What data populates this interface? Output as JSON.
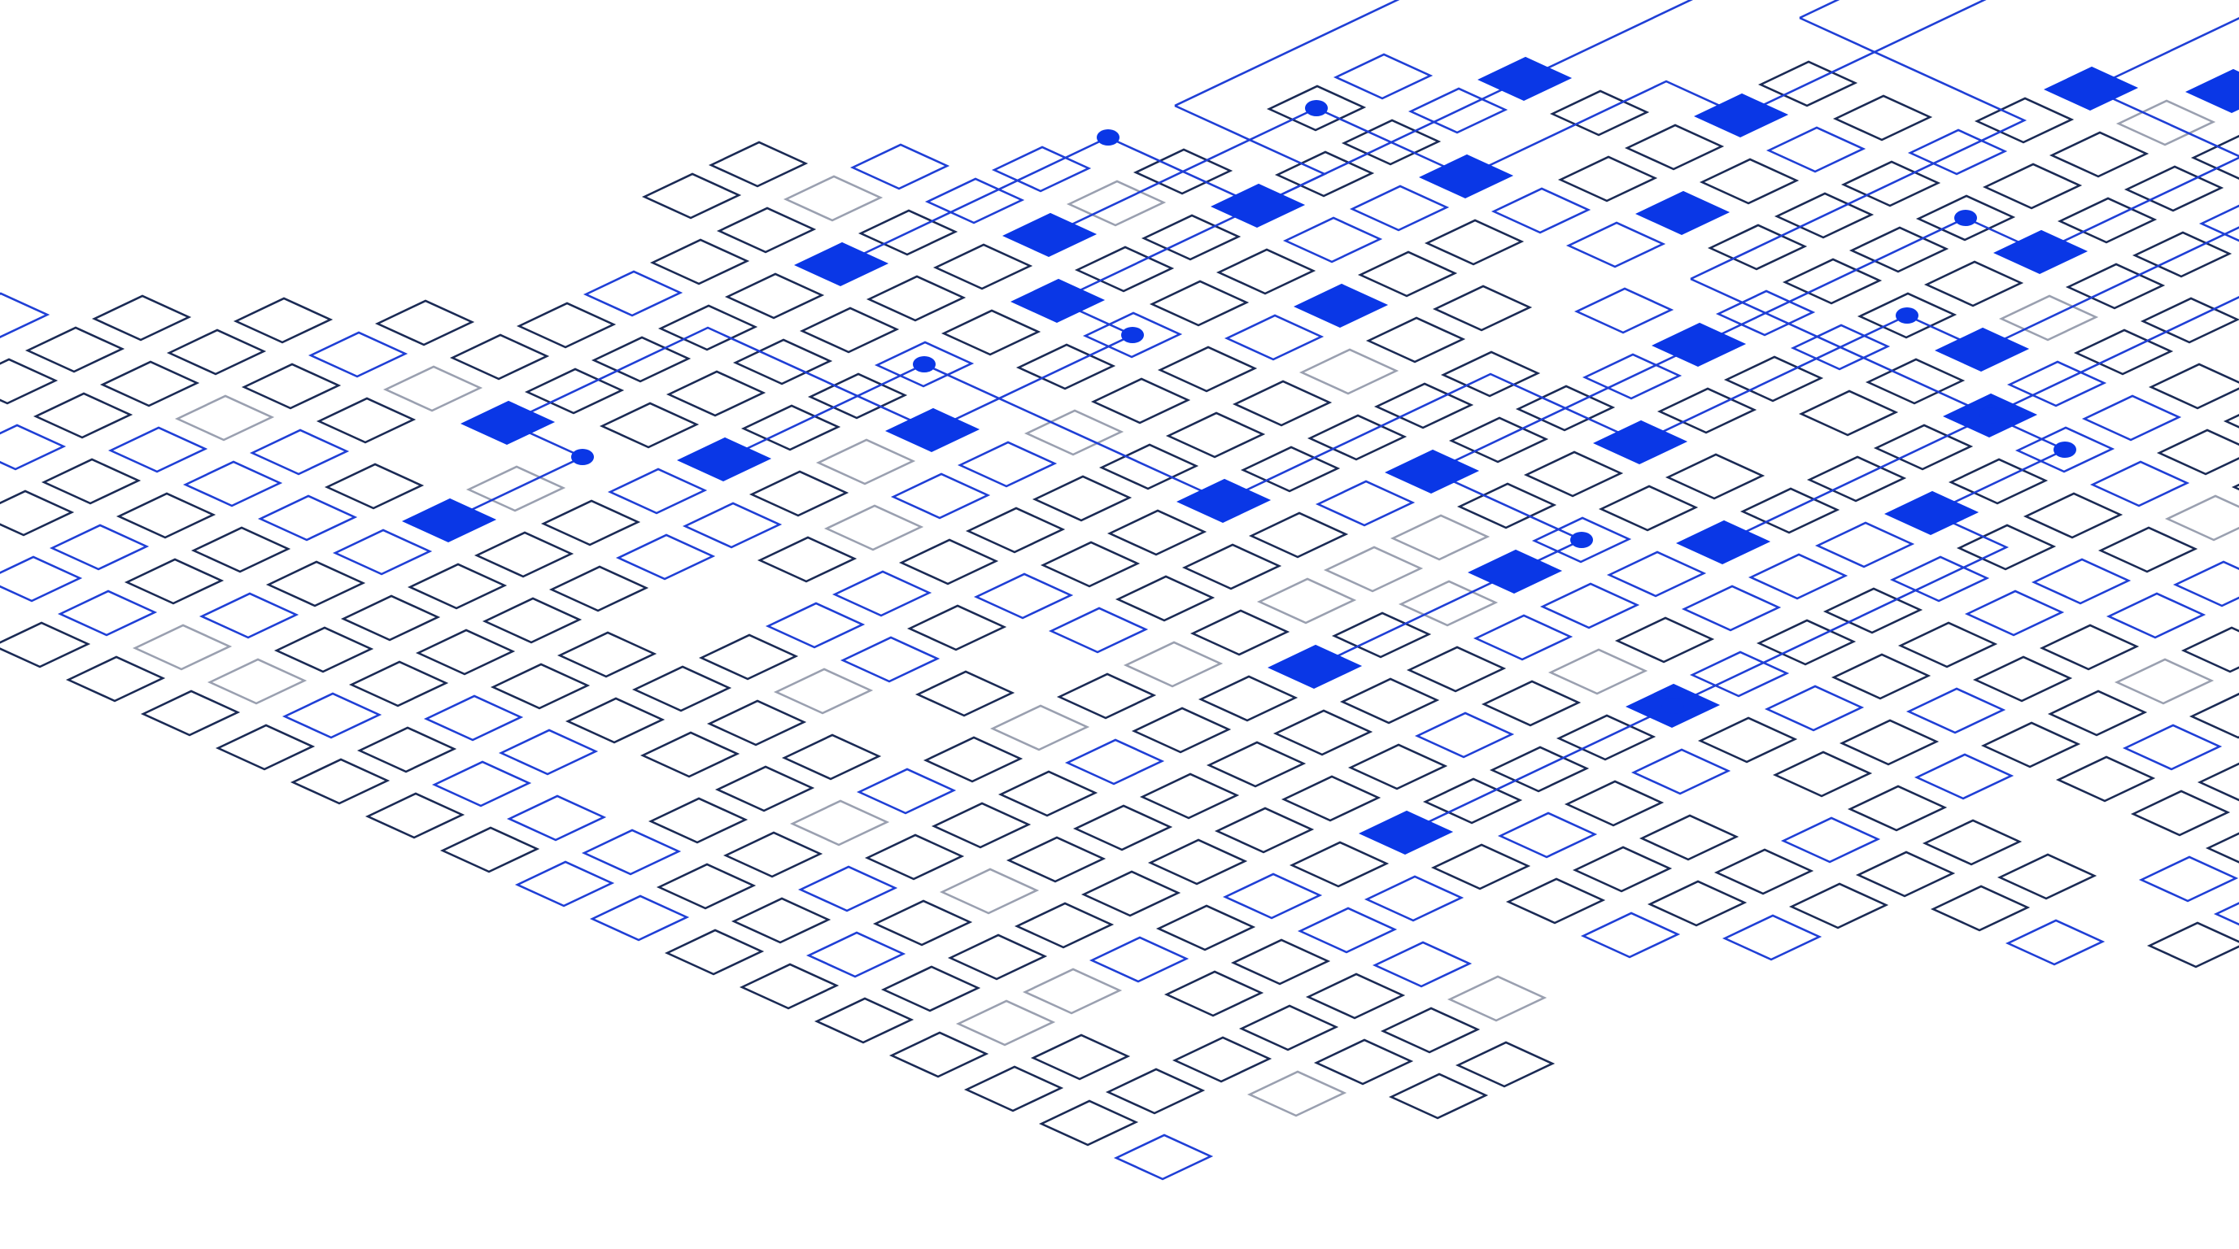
{
  "illustration": {
    "colors": {
      "background": "#ffffff",
      "accent_blue": "#0a37e6",
      "dark_outline": "#1a2a55",
      "blue_outline": "#1f3fd6",
      "faded_outline": "#9aa0b0"
    },
    "shapes": [
      "outlined-square-tile",
      "filled-square-tile",
      "connector-line",
      "junction-dot"
    ]
  }
}
